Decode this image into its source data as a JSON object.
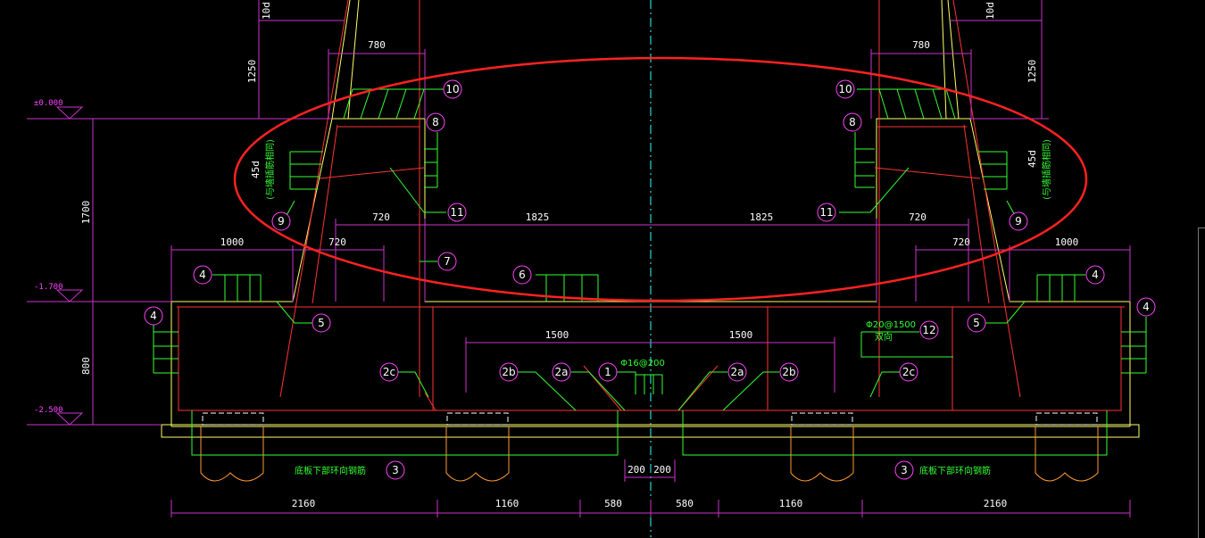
{
  "drawing": {
    "dimensions": {
      "top_left_10d": "10d",
      "top_right_10d": "10d",
      "w780_left": "780",
      "w780_right": "780",
      "h1250_left": "1250",
      "h1250_right": "1250",
      "h1700": "1700",
      "h800": "800",
      "w720_a": "720",
      "w720_b": "720",
      "w720_c": "720",
      "w720_d": "720",
      "w1825_left": "1825",
      "w1825_right": "1825",
      "w1000_left": "1000",
      "w1000_right": "1000",
      "w1500_left": "1500",
      "w1500_right": "1500",
      "w200_left": "200",
      "w200_right": "200",
      "b2160_left": "2160",
      "b1160_left": "1160",
      "b580_left": "580",
      "b580_right": "580",
      "b1160_right": "1160",
      "b2160_right": "2160",
      "d45_left": "45d",
      "d45_right": "45d"
    },
    "levels": {
      "top": "±0.000",
      "mid": "-1.700",
      "bottom": "-2.500"
    },
    "tags": {
      "t10_left": "10",
      "t10_right": "10",
      "t8_left": "8",
      "t8_right": "8",
      "t9_left": "9",
      "t9_right": "9",
      "t11_left": "11",
      "t11_right": "11",
      "t7": "7",
      "t6": "6",
      "t4_a": "4",
      "t4_b": "4",
      "t4_c": "4",
      "t4_d": "4",
      "t5_left": "5",
      "t5_right": "5",
      "t2c_left": "2c",
      "t2c_right": "2c",
      "t2b_left": "2b",
      "t2b_right": "2b",
      "t2a_left": "2a",
      "t2a_right": "2a",
      "t1": "1",
      "t12": "12",
      "t3_left": "3",
      "t3_right": "3"
    },
    "notes": {
      "rebar_1": "Φ16@200",
      "rebar_12": "Φ20@1500",
      "rebar_12_sub": "双向",
      "anchor_left": "(与墙插筋相同)",
      "anchor_right": "(与墙插筋相同)",
      "bottom_left": "底板下部环向钢筋",
      "bottom_right": "底板下部环向钢筋"
    },
    "colors": {
      "background": "#000000",
      "dimension": "#cc33cc",
      "rebar": "#ff3333",
      "outline": "#ffff66",
      "leader": "#33ff33",
      "pile": "#ff9933",
      "centerline": "#33ffff",
      "highlight_ellipse": "#ff2222"
    }
  }
}
